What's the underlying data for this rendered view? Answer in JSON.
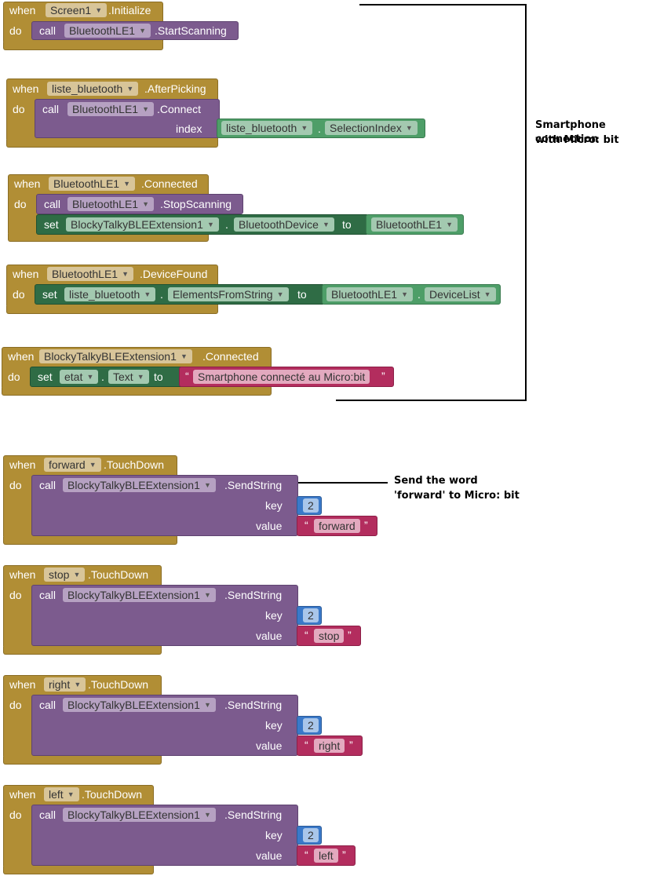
{
  "kw": {
    "when": "when",
    "do": "do",
    "call": "call",
    "set": "set",
    "to": "to",
    "index": "index",
    "key": "key",
    "value": "value",
    "dot": ".",
    "lq": "“",
    "rq": "”"
  },
  "events": {
    "init": {
      "component": "Screen1",
      "event": ".Initialize",
      "call_component": "BluetoothLE1",
      "method": ".StartScanning"
    },
    "after": {
      "component": "liste_bluetooth",
      "event": ".AfterPicking",
      "call_component": "BluetoothLE1",
      "method": ".Connect",
      "arg_component": "liste_bluetooth",
      "arg_property": "SelectionIndex"
    },
    "connected": {
      "component": "BluetoothLE1",
      "event": ".Connected",
      "call_component": "BluetoothLE1",
      "method": ".StopScanning",
      "set_component": "BlockyTalkyBLEExtension1",
      "set_property": "BluetoothDevice",
      "to_value": "BluetoothLE1"
    },
    "found": {
      "component": "BluetoothLE1",
      "event": ".DeviceFound",
      "set_component": "liste_bluetooth",
      "set_property": "ElementsFromString",
      "get_component": "BluetoothLE1",
      "get_property": "DeviceList"
    },
    "bleconn": {
      "component": "BlockyTalkyBLEExtension1",
      "event": ".Connected",
      "set_component": "etat",
      "set_property": "Text",
      "text": "Smartphone connecté au Micro:bit"
    },
    "forward": {
      "component": "forward",
      "event": ".TouchDown",
      "call_component": "BlockyTalkyBLEExtension1",
      "method": ".SendString",
      "key": "2",
      "value": "forward"
    },
    "stop": {
      "component": "stop",
      "event": ".TouchDown",
      "call_component": "BlockyTalkyBLEExtension1",
      "method": ".SendString",
      "key": "2",
      "value": "stop"
    },
    "right": {
      "component": "right",
      "event": ".TouchDown",
      "call_component": "BlockyTalkyBLEExtension1",
      "method": ".SendString",
      "key": "2",
      "value": "right"
    },
    "left": {
      "component": "left",
      "event": ".TouchDown",
      "call_component": "BlockyTalkyBLEExtension1",
      "method": ".SendString",
      "key": "2",
      "value": "left"
    }
  },
  "annotations": {
    "connection_line1": "Smartphone connection",
    "connection_line2": "with Micro: bit",
    "send_line1": "Send the word",
    "send_line2": "'forward' to Micro: bit"
  },
  "colors": {
    "event": "#b18e35",
    "procedure": "#7c5b8e",
    "setter": "#2f6c45",
    "getter": "#4e9e68",
    "text": "#b32d5e",
    "number": "#3a79c9"
  },
  "icons": {
    "dropdown": "dropdown-arrow-icon"
  }
}
